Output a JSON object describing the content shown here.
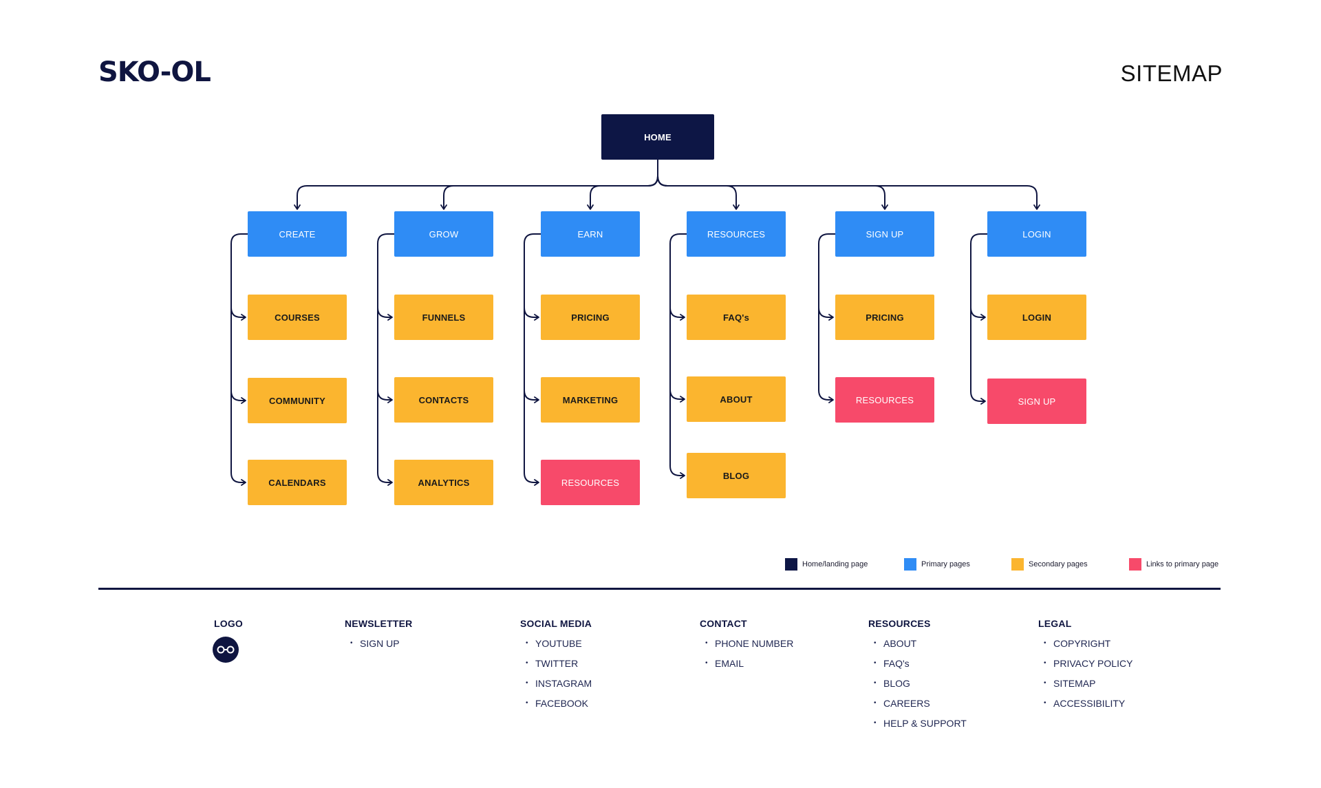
{
  "brand": "SKO-OL",
  "page_title": "SITEMAP",
  "home": "HOME",
  "columns": [
    {
      "label": "CREATE",
      "children": [
        {
          "label": "COURSES",
          "kind": "secondary"
        },
        {
          "label": "COMMUNITY",
          "kind": "secondary"
        },
        {
          "label": "CALENDARS",
          "kind": "secondary"
        }
      ]
    },
    {
      "label": "GROW",
      "children": [
        {
          "label": "FUNNELS",
          "kind": "secondary"
        },
        {
          "label": "CONTACTS",
          "kind": "secondary"
        },
        {
          "label": "ANALYTICS",
          "kind": "secondary"
        }
      ]
    },
    {
      "label": "EARN",
      "children": [
        {
          "label": "PRICING",
          "kind": "secondary"
        },
        {
          "label": "MARKETING",
          "kind": "secondary"
        },
        {
          "label": "RESOURCES",
          "kind": "link"
        }
      ]
    },
    {
      "label": "RESOURCES",
      "children": [
        {
          "label": "FAQ's",
          "kind": "secondary"
        },
        {
          "label": "ABOUT",
          "kind": "secondary"
        },
        {
          "label": "BLOG",
          "kind": "secondary"
        }
      ]
    },
    {
      "label": "SIGN UP",
      "children": [
        {
          "label": "PRICING",
          "kind": "secondary"
        },
        {
          "label": "RESOURCES",
          "kind": "link"
        }
      ]
    },
    {
      "label": "LOGIN",
      "children": [
        {
          "label": "LOGIN",
          "kind": "secondary"
        },
        {
          "label": "SIGN UP",
          "kind": "link"
        }
      ]
    }
  ],
  "legend": [
    {
      "label": "Home/landing page",
      "color": "#0d1645"
    },
    {
      "label": "Primary pages",
      "color": "#2f8cf5"
    },
    {
      "label": "Secondary pages",
      "color": "#fbb52f"
    },
    {
      "label": "Links to primary page",
      "color": "#f74a6a"
    }
  ],
  "footer": {
    "logo_heading": "LOGO",
    "newsletter": {
      "heading": "NEWSLETTER",
      "items": [
        "SIGN UP"
      ]
    },
    "social": {
      "heading": "SOCIAL MEDIA",
      "items": [
        "YOUTUBE",
        "TWITTER",
        "INSTAGRAM",
        "FACEBOOK"
      ]
    },
    "contact": {
      "heading": "CONTACT",
      "items": [
        "PHONE NUMBER",
        "EMAIL"
      ]
    },
    "resources": {
      "heading": "RESOURCES",
      "items": [
        "ABOUT",
        "FAQ's",
        "BLOG",
        "CAREERS",
        "HELP & SUPPORT"
      ]
    },
    "legal": {
      "heading": "LEGAL",
      "items": [
        "COPYRIGHT",
        "PRIVACY POLICY",
        "SITEMAP",
        "ACCESSIBILITY"
      ]
    }
  }
}
